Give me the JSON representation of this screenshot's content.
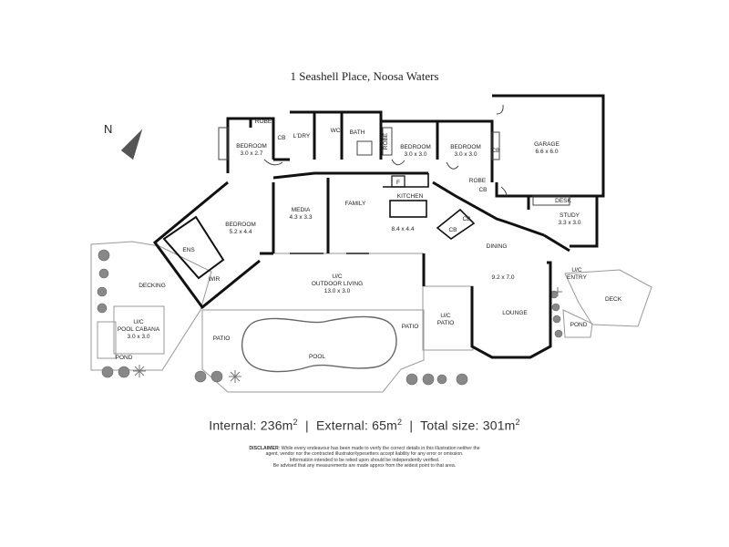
{
  "title": "1 Seashell Place, Noosa Waters",
  "compass": {
    "label": "N",
    "icon": "north-arrow-icon"
  },
  "rooms": {
    "robe_left": "ROBE",
    "cb_left": "CB",
    "bedroom2_name": "BEDROOM",
    "bedroom2_size": "3.0 x 2.7",
    "laundry": "L'DRY",
    "wc": "WC",
    "bath": "BATH",
    "robe_mid": "ROBE",
    "bedroom3_name": "BEDROOM",
    "bedroom3_size": "3.0 x 3.0",
    "bedroom4_name": "BEDROOM",
    "bedroom4_size": "3.0 x 3.0",
    "cb_garage": "CB",
    "robe_right": "ROBE",
    "cb_right": "CB",
    "garage_name": "GARAGE",
    "garage_size": "6.6 x 6.0",
    "desk": "DESK",
    "study_name": "STUDY",
    "study_size": "3.3 x 3.0",
    "fridge": "F",
    "kitchen_name": "KITCHEN",
    "kitchen_size": "8.4 x 4.4",
    "family": "FAMILY",
    "media_name": "MEDIA",
    "media_size": "4.3 x 3.3",
    "master_name": "BEDROOM",
    "master_size": "5.2 x 4.4",
    "ens": "ENS",
    "wir": "WIR",
    "cb_kitchen1": "CB",
    "cb_kitchen2": "CB",
    "dining": "DINING",
    "dining_size": "9.2 x 7.0",
    "lounge": "LOUNGE",
    "entry_line1": "U/C",
    "entry_line2": "ENTRY",
    "deck_right": "DECK",
    "pond_right": "POND",
    "outdoor_line1": "U/C",
    "outdoor_line2": "OUTDOOR LIVING",
    "outdoor_size": "13.0 x 3.0",
    "patio_uc_line1": "U/C",
    "patio_uc_line2": "PATIO",
    "decking": "DECKING",
    "cabana_line1": "U/C",
    "cabana_line2": "POOL CABANA",
    "cabana_size": "3.0 x 3.0",
    "pond_left": "POND",
    "patio_left": "PATIO",
    "patio_mid": "PATIO",
    "pool": "POOL"
  },
  "areas": {
    "internal_label": "Internal:",
    "internal_value": "236m",
    "external_label": "External:",
    "external_value": "65m",
    "total_label": "Total size:",
    "total_value": "301m",
    "sup": "2",
    "separator": "|"
  },
  "disclaimer": {
    "heading": "DISCLAIMER",
    "line1": ": While every endeavour has been made to verify the correct details in this illustration neither the",
    "line2": "agent, vendor nor the contracted illustrator/typesetters accept liability for any error or omission.",
    "line3": "Information intended to be relied upon should be independently verified.",
    "line4": "Be advised that any measurements are made approx from the widest point to that area."
  }
}
